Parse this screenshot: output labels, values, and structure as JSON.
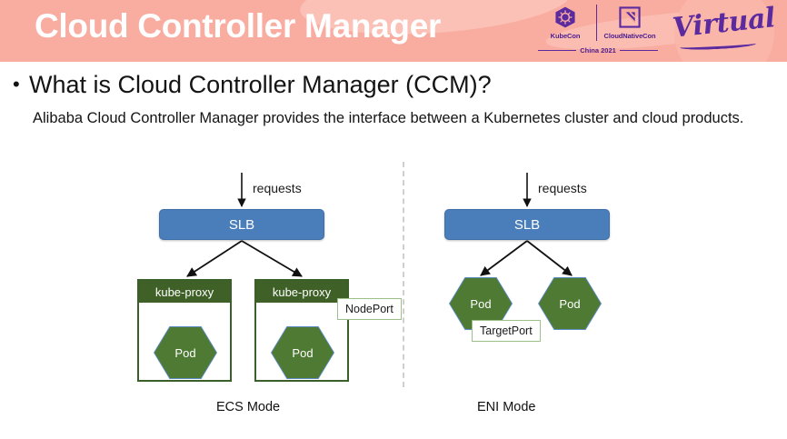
{
  "slide": {
    "title": "Cloud Controller Manager",
    "bullet": "What is Cloud Controller Manager (CCM)?",
    "body": "Alibaba Cloud Controller Manager provides the interface between a Kubernetes cluster and cloud products."
  },
  "branding": {
    "kubecon_label": "KubeCon",
    "cloudnativecon_label": "CloudNativeCon",
    "event_location_year": "China 2021",
    "virtual_word": "Virtual",
    "brand_purple": "#5b2a9e",
    "banner_pink": "#f9aca0"
  },
  "diagram": {
    "ecs": {
      "caption": "ECS  Mode",
      "requests_label": "requests",
      "slb_label": "SLB",
      "nodes": [
        {
          "header": "kube-proxy",
          "pod_label": "Pod"
        },
        {
          "header": "kube-proxy",
          "pod_label": "Pod"
        }
      ],
      "port_tag": "NodePort"
    },
    "eni": {
      "caption": "ENI Mode",
      "requests_label": "requests",
      "slb_label": "SLB",
      "pods": [
        {
          "pod_label": "Pod"
        },
        {
          "pod_label": "Pod"
        }
      ],
      "port_tag": "TargetPort"
    },
    "colors": {
      "slb_blue": "#4a7ebb",
      "node_green": "#3f6128",
      "pod_green": "#4e7a34",
      "pod_border_blue": "#5b8bc4",
      "tag_border_green": "#9cc08a"
    }
  }
}
